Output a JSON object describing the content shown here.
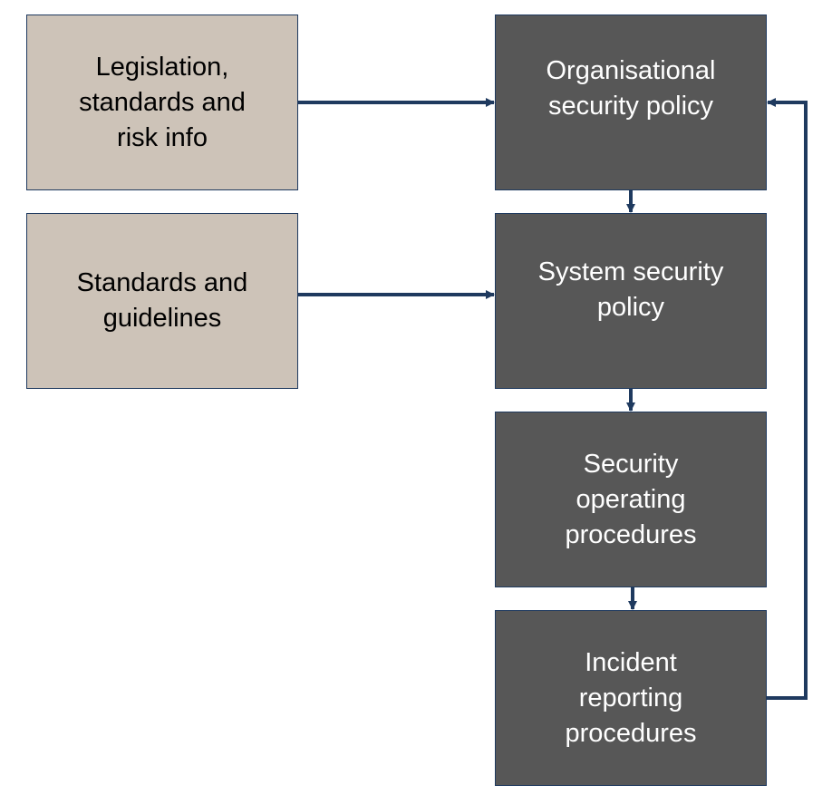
{
  "diagram": {
    "inputs": {
      "legislation": "Legislation,\nstandards and\nrisk info",
      "standards": "Standards and\nguidelines"
    },
    "policies": {
      "organisational": "Organisational\nsecurity policy",
      "system": "System security\npolicy",
      "operating": "Security\noperating\nprocedures",
      "incident": "Incident\nreporting\nprocedures"
    },
    "colors": {
      "input_fill": "#cdc3b8",
      "policy_fill": "#575757",
      "connector": "#1f3a5f"
    }
  }
}
